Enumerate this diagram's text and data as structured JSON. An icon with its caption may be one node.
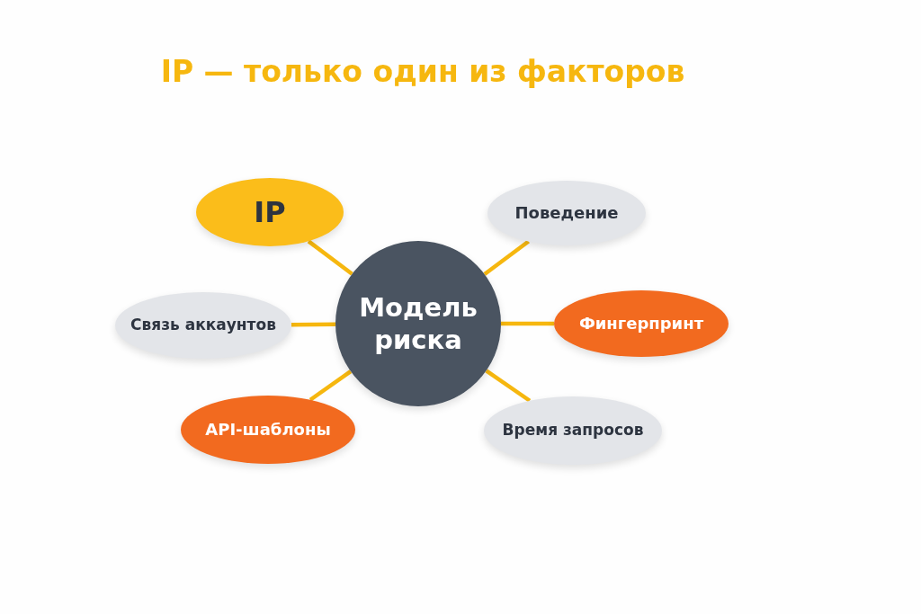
{
  "diagram": {
    "title": "IP — только один из факторов",
    "nodes": [
      {
        "text": [
          "Модель риска"
        ]
      },
      {
        "text": [
          "IP"
        ]
      },
      {
        "text": [
          "Поведение"
        ]
      },
      {
        "text": [
          "Связь аккаунтов"
        ]
      },
      {
        "text": [
          "Фингерпринт"
        ]
      },
      {
        "text": [
          "API-шаблоны"
        ]
      },
      {
        "text": [
          "Время запросов"
        ]
      }
    ],
    "edges": [
      {
        "from": 0,
        "to": 1,
        "arrow": "none"
      },
      {
        "from": 0,
        "to": 2,
        "arrow": "none"
      },
      {
        "from": 0,
        "to": 3,
        "arrow": "none"
      },
      {
        "from": 0,
        "to": 4,
        "arrow": "none"
      },
      {
        "from": 0,
        "to": 5,
        "arrow": "none"
      },
      {
        "from": 0,
        "to": 6,
        "arrow": "none"
      }
    ]
  }
}
